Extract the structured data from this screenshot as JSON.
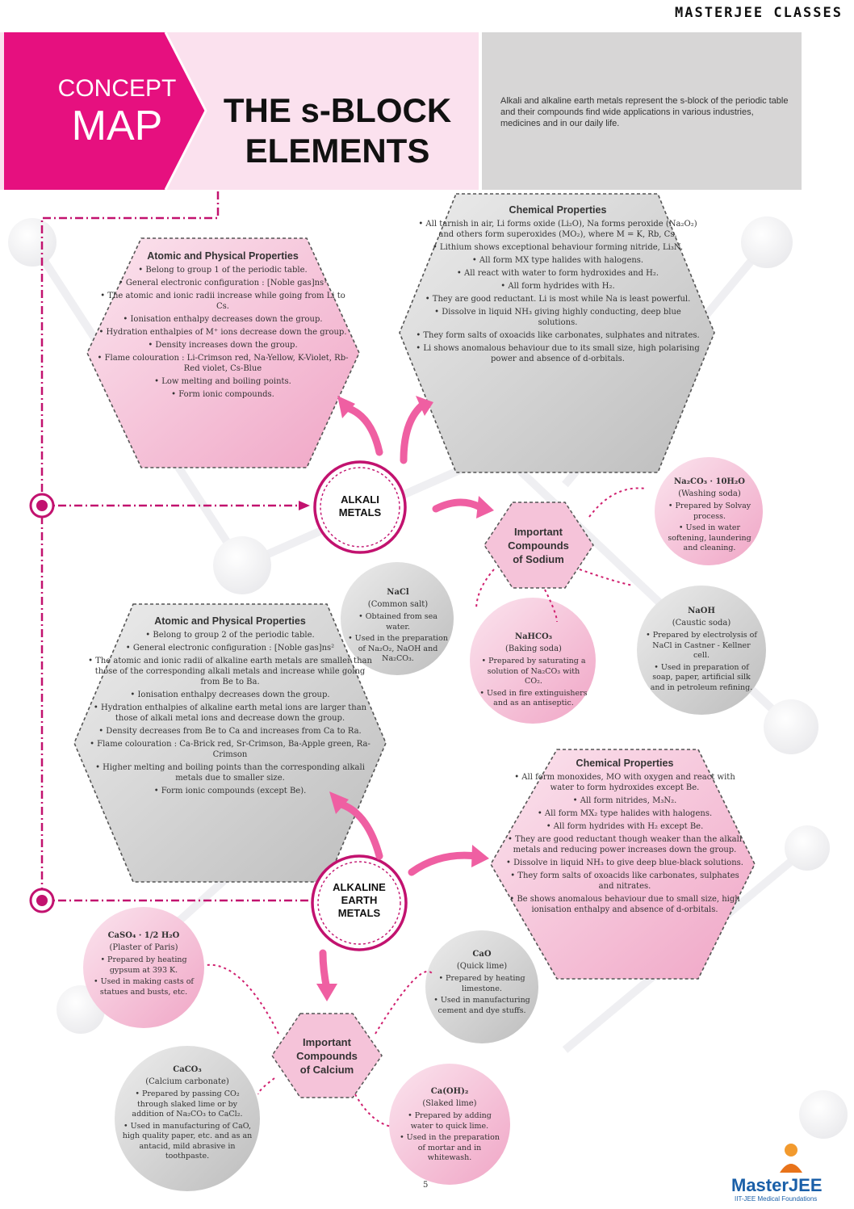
{
  "header": {
    "brand": "MASTERJEE CLASSES"
  },
  "title_block": {
    "concept": "CONCEPT",
    "map": "MAP",
    "title_line1": "THE s-BLOCK",
    "title_line2": "ELEMENTS",
    "description": "Alkali and alkaline earth metals represent the s-block of the periodic table and their compounds find wide applications in various industries, medicines and in our daily life."
  },
  "alkali": {
    "hub": [
      "ALKALI",
      "METALS"
    ],
    "physical": {
      "title": "Atomic and Physical Properties",
      "items": [
        "• Belong to group 1 of the periodic table.",
        "• General electronic configuration : [Noble gas]ns¹",
        "• The atomic and ionic radii increase while going from Li to Cs.",
        "• Ionisation enthalpy decreases down the group.",
        "• Hydration enthalpies of M⁺ ions decrease down the group.",
        "• Density increases down the group.",
        "• Flame colouration : Li-Crimson red, Na-Yellow, K-Violet, Rb-Red violet, Cs-Blue",
        "• Low melting and boiling points.",
        "• Form ionic compounds."
      ]
    },
    "chemical": {
      "title": "Chemical Properties",
      "items": [
        "• All tarnish in air, Li forms oxide (Li₂O), Na forms peroxide (Na₂O₂) and others form superoxides (MO₂), where M = K, Rb, Cs.",
        "• Lithium shows exceptional behaviour forming nitride, Li₃N.",
        "• All form MX type halides with halogens.",
        "• All react with water to form hydroxides and H₂.",
        "• All form hydrides with H₂.",
        "• They are good reductant. Li is most while Na is least powerful.",
        "• Dissolve in liquid NH₃ giving highly conducting, deep blue solutions.",
        "• They form salts of oxoacids like carbonates, sulphates and nitrates.",
        "• Li shows anomalous behaviour due to its small size, high polarising power and absence of d-orbitals."
      ]
    },
    "compounds_hub": [
      "Important",
      "Compounds",
      "of Sodium"
    ],
    "washing_soda": {
      "title": "Na₂CO₃ · 10H₂O",
      "subtitle": "(Washing soda)",
      "items": [
        "• Prepared by Solvay process.",
        "• Used in water softening, laundering and cleaning."
      ]
    },
    "common_salt": {
      "title": "NaCl",
      "subtitle": "(Common salt)",
      "items": [
        "• Obtained from sea water.",
        "• Used in the preparation of Na₂O₂, NaOH and Na₂CO₃."
      ]
    },
    "baking_soda": {
      "title": "NaHCO₃",
      "subtitle": "(Baking soda)",
      "items": [
        "• Prepared by saturating a solution of Na₂CO₃ with CO₂.",
        "• Used in fire extinguishers and as an antiseptic."
      ]
    },
    "caustic_soda": {
      "title": "NaOH",
      "subtitle": "(Caustic soda)",
      "items": [
        "• Prepared by electrolysis of NaCl in Castner - Kellner cell.",
        "• Used in preparation of soap, paper, artificial silk and in petroleum refining."
      ]
    }
  },
  "alkaline_earth": {
    "hub": [
      "ALKALINE",
      "EARTH",
      "METALS"
    ],
    "physical": {
      "title": "Atomic and Physical Properties",
      "items": [
        "• Belong to group 2 of the periodic table.",
        "• General electronic configuration : [Noble gas]ns²",
        "• The atomic and ionic radii of alkaline earth metals are smaller than those of the corresponding alkali metals and increase while going from Be to Ba.",
        "• Ionisation enthalpy decreases down the group.",
        "• Hydration enthalpies of alkaline earth metal ions are larger than those of alkali metal ions and decrease down the group.",
        "• Density decreases from Be to Ca and increases from Ca to Ra.",
        "• Flame colouration : Ca-Brick red, Sr-Crimson, Ba-Apple green, Ra-Crimson",
        "• Higher melting and boiling points than the corresponding alkali metals due to smaller size.",
        "• Form ionic compounds (except Be)."
      ]
    },
    "chemical": {
      "title": "Chemical Properties",
      "items": [
        "• All form monoxides, MO with oxygen and react with water to form hydroxides except Be.",
        "• All form nitrides, M₃N₂.",
        "• All form MX₂ type halides with halogens.",
        "• All form hydrides with H₂ except Be.",
        "• They are good reductant though weaker than the alkali metals and reducing power increases down the group.",
        "• Dissolve in liquid NH₃ to give deep blue-black solutions.",
        "• They form salts of oxoacids like carbonates, sulphates and nitrates.",
        "• Be shows anomalous behaviour due to small size, high ionisation enthalpy and absence of d-orbitals."
      ]
    },
    "compounds_hub": [
      "Important",
      "Compounds",
      "of Calcium"
    ],
    "plaster": {
      "title": "CaSO₄ · 1/2 H₂O",
      "subtitle": "(Plaster of Paris)",
      "items": [
        "• Prepared by heating gypsum at 393 K.",
        "• Used in making casts of statues and busts, etc."
      ]
    },
    "quick_lime": {
      "title": "CaO",
      "subtitle": "(Quick lime)",
      "items": [
        "• Prepared by heating limestone.",
        "• Used in manufacturing cement and dye stuffs."
      ]
    },
    "calcium_carbonate": {
      "title": "CaCO₃",
      "subtitle": "(Calcium carbonate)",
      "items": [
        "• Prepared by passing CO₂ through slaked lime or by addition of Na₂CO₃ to CaCl₂.",
        "• Used in manufacturing of CaO, high quality paper, etc. and as an antacid, mild abrasive in toothpaste."
      ]
    },
    "slaked_lime": {
      "title": "Ca(OH)₂",
      "subtitle": "(Slaked lime)",
      "items": [
        "• Prepared by adding water to quick lime.",
        "• Used in the preparation of mortar and in whitewash."
      ]
    }
  },
  "footer": {
    "page": "5",
    "logo": "MasterJEE",
    "logo_sub": "IIT-JEE Medical Foundations"
  },
  "colors": {
    "magenta": "#e6107f",
    "pink": "#f5b7d2",
    "grey": "#c8c8c8"
  }
}
